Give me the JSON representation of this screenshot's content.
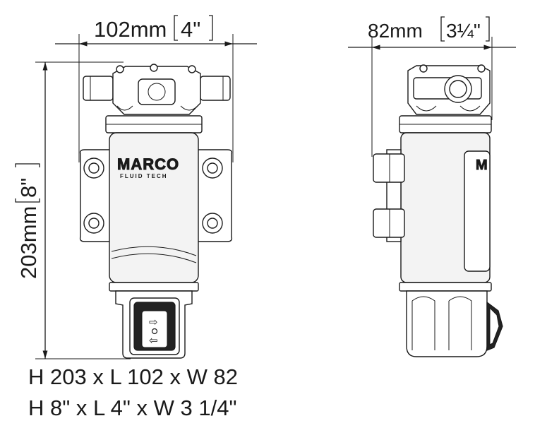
{
  "front_view": {
    "width_label": "102mm",
    "width_inch": "4\"",
    "height_label": "203mm",
    "height_inch": "8\"",
    "brand_line1": "MARCO",
    "brand_line2": "FLUID TECH"
  },
  "side_view": {
    "width_label": "82mm",
    "width_inch": "3¼\""
  },
  "summary": {
    "metric": "H 203 x L 102 x W 82",
    "imperial": "H 8\" x L 4\" x W 3 1/4\""
  },
  "icons": [
    "arrow-right-icon",
    "circle-icon",
    "arrow-left-icon"
  ]
}
